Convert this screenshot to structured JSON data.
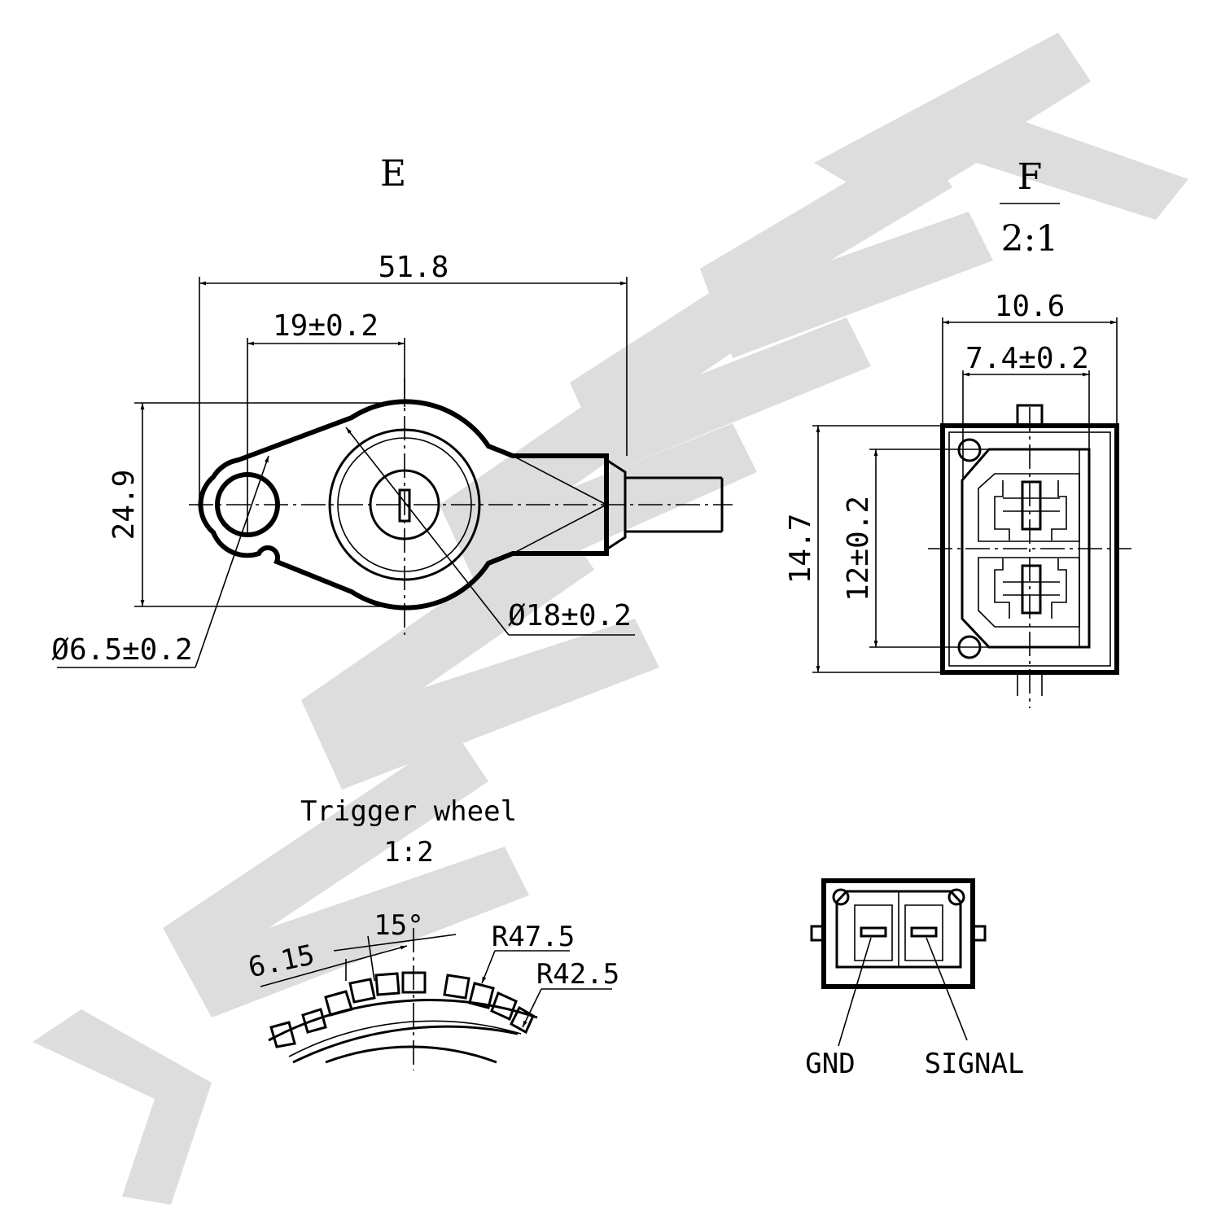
{
  "watermark": {
    "text": "ZENWEK",
    "color": "#dddddd"
  },
  "view_e": {
    "label": "E",
    "dims": {
      "overall_length": "51.8",
      "hole_spacing": "19±0.2",
      "height": "24.9",
      "body_diameter": "Ø18±0.2",
      "hole_diameter": "Ø6.5±0.2"
    }
  },
  "view_f": {
    "label": "F",
    "scale": "2:1",
    "dims": {
      "width": "10.6",
      "inner_width": "7.4±0.2",
      "height": "14.7",
      "inner_height": "12±0.2"
    }
  },
  "trigger_wheel": {
    "title": "Trigger wheel",
    "scale": "1:2",
    "dims": {
      "angle": "15°",
      "tooth": "6.15",
      "outer_radius": "R47.5",
      "inner_radius": "R42.5"
    }
  },
  "connector": {
    "pins": [
      "GND",
      "SIGNAL"
    ]
  }
}
